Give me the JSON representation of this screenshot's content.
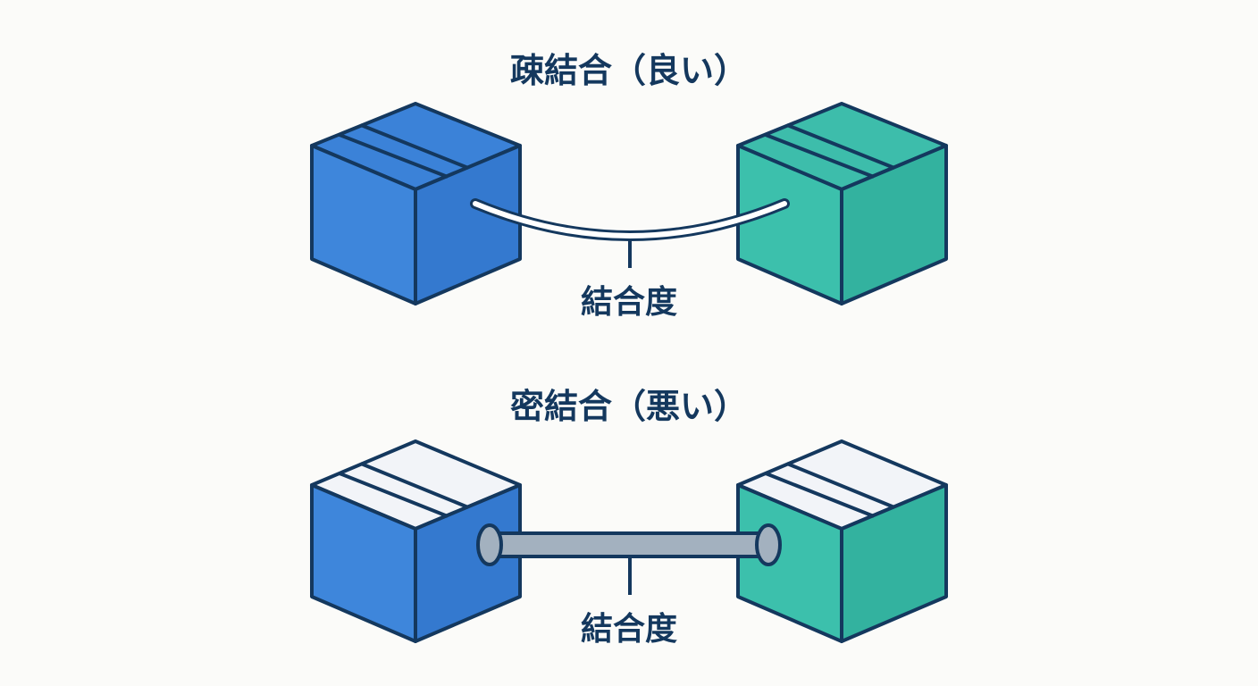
{
  "loose": {
    "title": "疎結合（良い）",
    "label": "結合度"
  },
  "tight": {
    "title": "密結合（悪い）",
    "label": "結合度"
  },
  "colors": {
    "outline": "#14385e",
    "blue_front": "#3e86db",
    "blue_side": "#3479cf",
    "blue_top": "#3b82d8",
    "green_front": "#3cc0ac",
    "green_side": "#33b29f",
    "green_top": "#3dbdab",
    "light_top": "#f2f4f8",
    "rod_fill": "#a3b1bf",
    "background": "#fbfbf9"
  }
}
